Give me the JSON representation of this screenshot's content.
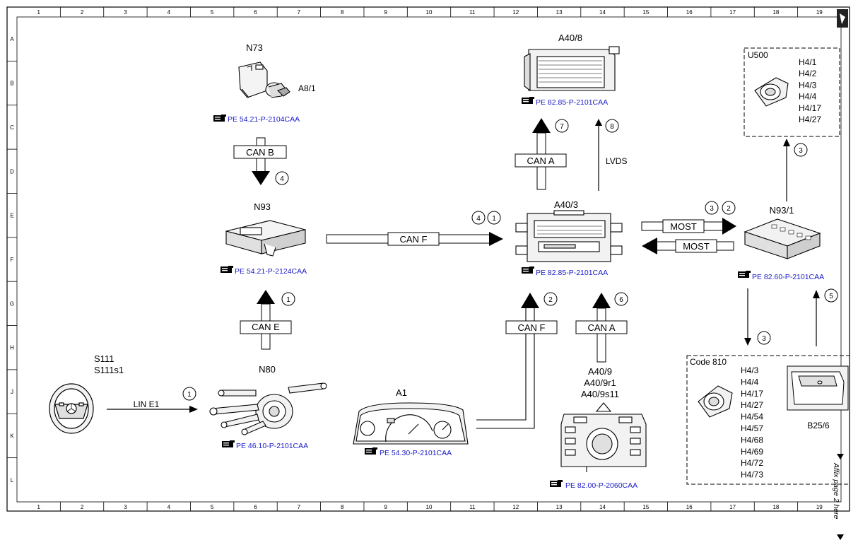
{
  "grid": {
    "columns": [
      "1",
      "2",
      "3",
      "4",
      "5",
      "6",
      "7",
      "8",
      "9",
      "10",
      "11",
      "12",
      "13",
      "14",
      "15",
      "16",
      "17",
      "18",
      "19"
    ],
    "rows": [
      "A",
      "B",
      "C",
      "D",
      "E",
      "F",
      "G",
      "H",
      "J",
      "K",
      "L"
    ]
  },
  "components": {
    "n73": {
      "label": "N73",
      "sub": "A8/1",
      "ref": "PE 54.21-P-2104CAA"
    },
    "n93": {
      "label": "N93",
      "ref": "PE 54.21-P-2124CAA"
    },
    "n80": {
      "label": "N80",
      "ref": "PE 46.10-P-2101CAA"
    },
    "s111": {
      "line1": "S111",
      "line2": "S111s1"
    },
    "a1": {
      "label": "A1",
      "ref": "PE 54.30-P-2101CAA"
    },
    "a408": {
      "label": "A40/8",
      "ref": "PE 82.85-P-2101CAA"
    },
    "a403": {
      "label": "A40/3",
      "ref": "PE 82.85-P-2101CAA"
    },
    "a409": {
      "line1": "A40/9",
      "line2": "A40/9r1",
      "line3": "A40/9s11",
      "ref": "PE 82.00-P-2060CAA"
    },
    "n931": {
      "label": "N93/1",
      "ref": "PE 82.60-P-2101CAA"
    },
    "u500": {
      "label": "U500",
      "items": [
        "H4/1",
        "H4/2",
        "H4/3",
        "H4/4",
        "H4/17",
        "H4/27"
      ]
    },
    "code810": {
      "label": "Code 810",
      "items": [
        "H4/3",
        "H4/4",
        "H4/17",
        "H4/27",
        "H4/54",
        "H4/57",
        "H4/68",
        "H4/69",
        "H4/72",
        "H4/73"
      ],
      "sub": "B25/6"
    }
  },
  "buses": {
    "can_b": "CAN B",
    "can_e": "CAN E",
    "can_f_main": "CAN F",
    "can_f_a1": "CAN F",
    "can_a_up": "CAN A",
    "can_a_a409": "CAN A",
    "lvds": "LVDS",
    "most_out": "MOST",
    "most_in": "MOST",
    "lin": "LIN E1"
  },
  "markers": {
    "m_canb": "4",
    "m_cane": "1",
    "m_canf_a": "4",
    "m_canf_b": "1",
    "m_a1": "2",
    "m_a409": "6",
    "m_cana_up": "7",
    "m_lvds": "8",
    "m_most_a": "3",
    "m_most_b": "2",
    "m_u500": "3",
    "m_code810": "3",
    "m_b256": "5",
    "m_lin": "1"
  },
  "margin_note": "Affix page 2 here",
  "ref_icon": "pointing-hand-icon"
}
